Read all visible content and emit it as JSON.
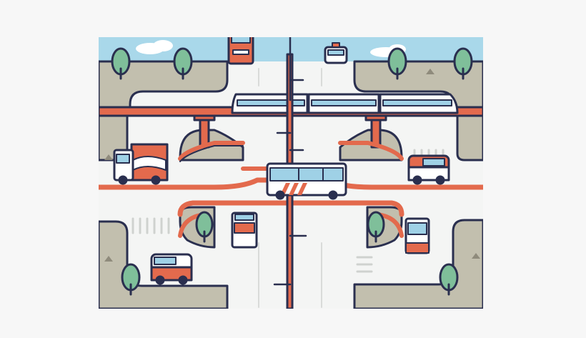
{
  "scene": {
    "subject": "city-infrastructure-illustration",
    "palette": {
      "sky": "#a9d8ea",
      "ground": "#c2bfae",
      "road": "#f4f5f4",
      "outline": "#2a2f4f",
      "accent": "#e36a4d",
      "tree": "#7fbf9a",
      "window": "#9fd1e6",
      "background": "#f7f7f7"
    },
    "elements": [
      "sky",
      "clouds",
      "ground-blocks",
      "trees",
      "main-road",
      "overpasses",
      "elevated-railway",
      "train",
      "bus",
      "delivery-truck",
      "top-truck",
      "taxi",
      "vans",
      "street-lamps",
      "crosswalks"
    ]
  }
}
